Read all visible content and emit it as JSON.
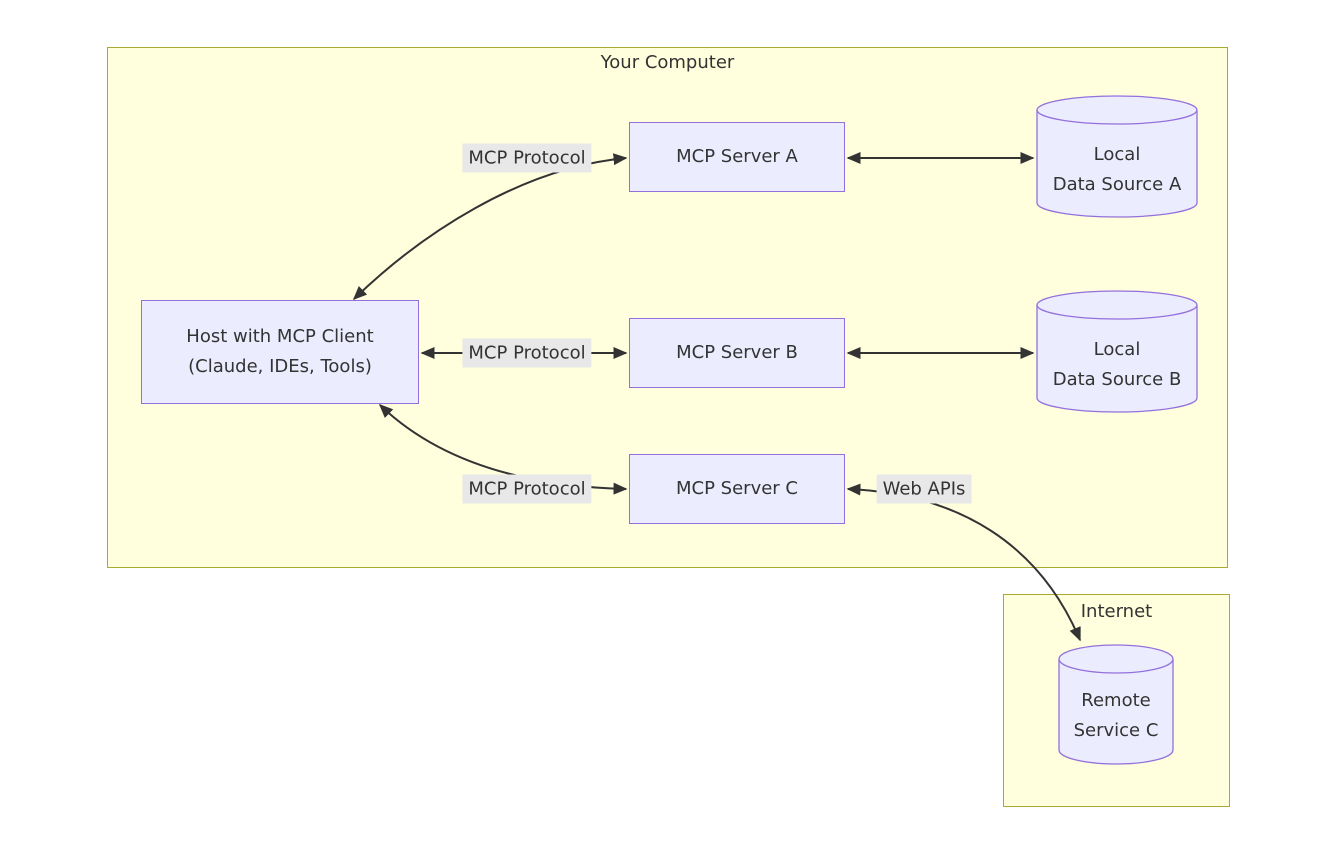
{
  "diagram": {
    "type": "flowchart",
    "groups": {
      "your_computer": {
        "label": "Your Computer"
      },
      "internet": {
        "label": "Internet"
      }
    },
    "nodes": {
      "host": {
        "shape": "rectangle",
        "line1": "Host with MCP Client",
        "line2": "(Claude, IDEs, Tools)"
      },
      "server_a": {
        "shape": "rectangle",
        "label": "MCP Server A"
      },
      "server_b": {
        "shape": "rectangle",
        "label": "MCP Server B"
      },
      "server_c": {
        "shape": "rectangle",
        "label": "MCP Server C"
      },
      "data_source_a": {
        "shape": "cylinder",
        "line1": "Local",
        "line2": "Data Source A"
      },
      "data_source_b": {
        "shape": "cylinder",
        "line1": "Local",
        "line2": "Data Source B"
      },
      "remote_service_c": {
        "shape": "cylinder",
        "line1": "Remote",
        "line2": "Service C"
      }
    },
    "edges": [
      {
        "from": "host",
        "to": "server_a",
        "label": "MCP Protocol",
        "bidirectional": true
      },
      {
        "from": "host",
        "to": "server_b",
        "label": "MCP Protocol",
        "bidirectional": true
      },
      {
        "from": "host",
        "to": "server_c",
        "label": "MCP Protocol",
        "bidirectional": true
      },
      {
        "from": "server_a",
        "to": "data_source_a",
        "label": "",
        "bidirectional": true
      },
      {
        "from": "server_b",
        "to": "data_source_b",
        "label": "",
        "bidirectional": true
      },
      {
        "from": "server_c",
        "to": "remote_service_c",
        "label": "Web APIs",
        "bidirectional": true
      }
    ],
    "colors": {
      "canvas_bg": "#ffffff",
      "group_fill": "#ffffde",
      "group_border": "#aaaa33",
      "node_fill": "#ECECFF",
      "node_border": "#9370DB",
      "edge_label_bg": "#e8e8e8",
      "edge_color": "#333333",
      "text_color": "#333333"
    }
  }
}
